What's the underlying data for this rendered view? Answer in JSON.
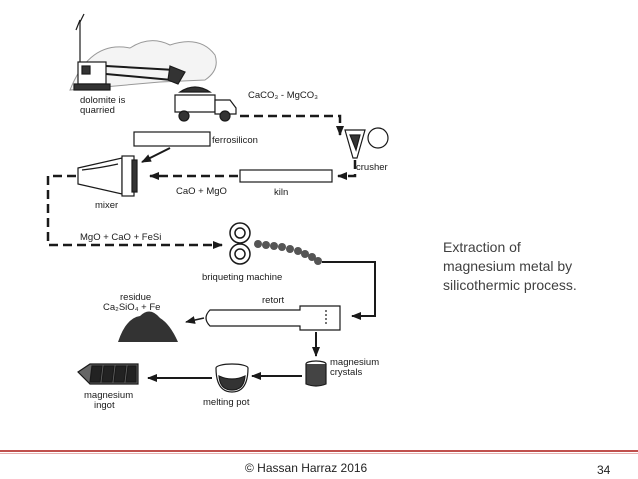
{
  "diagram": {
    "labels": {
      "quarried": [
        "dolomite is",
        "quarried"
      ],
      "ore_formula": "CaCO₃ - MgCO₃",
      "ferrosilicon": "ferrosilicon",
      "crusher": "crusher",
      "cao_mgo": "CaO + MgO",
      "kiln": "kiln",
      "mixer": "mixer",
      "mix_formula": "MgO + CaO + FeSi",
      "briqueting": "briqueting machine",
      "residue": [
        "residue",
        "Ca₂SiO₄ + Fe"
      ],
      "retort": "retort",
      "crystals": [
        "magnesium",
        "crystals"
      ],
      "ingot": [
        "magnesium",
        "ingot"
      ],
      "melting_pot": "melting pot"
    }
  },
  "caption": [
    "Extraction of",
    "magnesium metal by",
    "silicothermic process."
  ],
  "footer": {
    "copyright": "© Hassan Harraz 2016",
    "page_number": "34"
  },
  "colors": {
    "accent_line": "#c0504d",
    "caption_text": "#404040"
  }
}
